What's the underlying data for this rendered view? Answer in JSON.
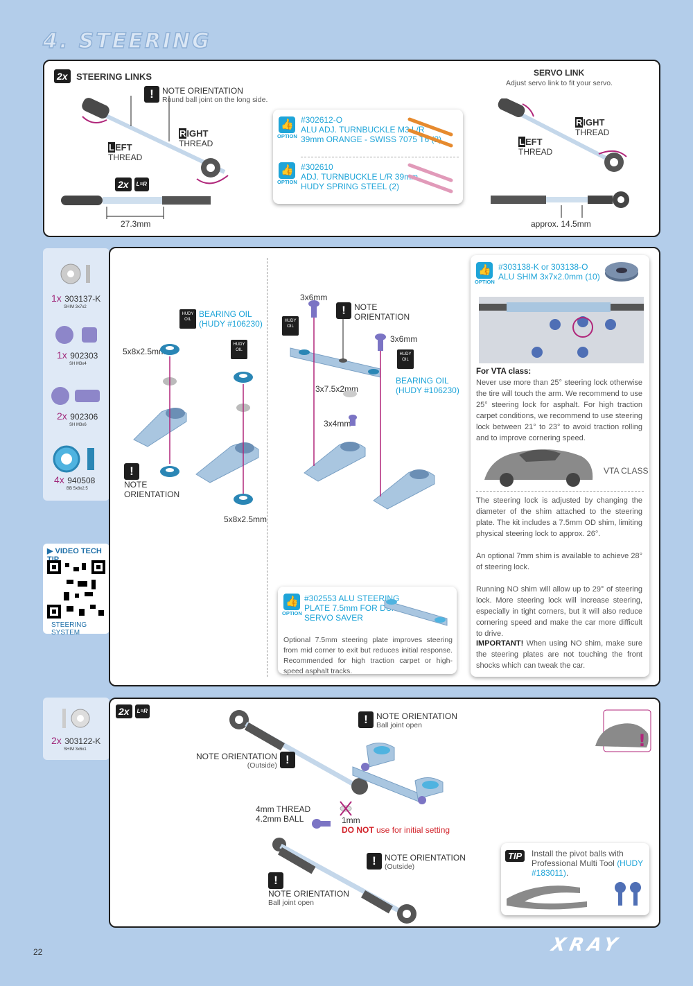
{
  "page_title": "4. STEERING",
  "page_number": "22",
  "brand": "XRAY",
  "panel1": {
    "steering_links": {
      "count": "2x",
      "title": "STEERING LINKS",
      "note_title": "NOTE ORIENTATION",
      "note_text": "Round ball joint on the long side.",
      "left_letter": "L",
      "left_rest": "EFT",
      "left_thread": "THREAD",
      "right_letter": "R",
      "right_rest": "IGHT",
      "right_thread": "THREAD",
      "badge": "2x",
      "lr_badge": "L=R",
      "length": "27.3mm"
    },
    "options": [
      {
        "code": "#302612-O",
        "line1": "ALU ADJ. TURNBUCKLE M3 L/R",
        "line2": "39mm ORANGE - SWISS 7075 T6 (2)",
        "label": "OPTION"
      },
      {
        "code": "#302610",
        "line1": "ADJ. TURNBUCKLE L/R 39mm",
        "line2": "HUDY SPRING STEEL (2)",
        "label": "OPTION"
      }
    ],
    "servo_link": {
      "title": "SERVO LINK",
      "subtitle": "Adjust servo link to fit your servo.",
      "right_letter": "R",
      "right_rest": "IGHT",
      "right_thread": "THREAD",
      "left_letter": "L",
      "left_rest": "EFT",
      "left_thread": "THREAD",
      "length": "approx. 14.5mm"
    }
  },
  "sidebar1": {
    "parts": [
      {
        "qty": "1x",
        "code": "303137-K",
        "desc": "SHIM 3x7x2"
      },
      {
        "qty": "1x",
        "code": "902303",
        "desc": "SH M3x4"
      },
      {
        "qty": "2x",
        "code": "902306",
        "desc": "SH M3x6"
      },
      {
        "qty": "4x",
        "code": "940508",
        "desc": "BB 5x8x2.5"
      }
    ]
  },
  "video": {
    "title": "VIDEO TECH TIP",
    "caption": "STEERING SYSTEM"
  },
  "panel2": {
    "left": {
      "hudy_label": "HUDY",
      "oil_label": "OIL",
      "bearing_oil": "BEARING OIL",
      "hudy_code": "(HUDY #106230)",
      "bearing_size": "5x8x2.5mm",
      "note": "NOTE",
      "orientation": "ORIENTATION",
      "bearing_size2": "5x8x2.5mm"
    },
    "middle": {
      "screw1": "3x6mm",
      "note": "NOTE",
      "orientation": "ORIENTATION",
      "screw2": "3x6mm",
      "bearing_oil": "BEARING OIL",
      "hudy_code": "(HUDY #106230)",
      "shim": "3x7.5x2mm",
      "screw3": "3x4mm",
      "hudy_label": "HUDY",
      "oil_label": "OIL"
    },
    "option_plate": {
      "line1": "#302553 ALU STEERING",
      "line2": "PLATE 7.5mm FOR DUAL",
      "line3": "SERVO SAVER",
      "label": "OPTION",
      "text": "Optional 7.5mm steering plate improves steering from mid corner to exit but reduces initial response. Recommended for high traction carpet or high-speed asphalt tracks."
    },
    "right": {
      "opt_code": "#303138-K or 303138-O",
      "opt_name": "ALU SHIM 3x7x2.0mm (10)",
      "label": "OPTION",
      "vta_title": "For VTA class:",
      "vta_text": "Never use more than 25° steering lock otherwise the tire will touch the arm. We recommend to use 25° steering lock for asphalt. For high traction carpet conditions, we recommend to use steering lock between 21° to 23° to avoid traction rolling and to improve cornering speed.",
      "vta_class": "VTA CLASS",
      "p1": "The steering lock is adjusted by changing the diameter of the shim attached to the steering plate. The kit includes a 7.5mm OD shim, limiting physical steering lock to approx. 26°.",
      "p2": "An optional 7mm shim is available to achieve 28° of steering lock.",
      "p3": "Running NO shim will allow up to 29° of steering lock. More steering lock will increase steering, especially in tight corners, but it will also reduce cornering speed and make the car more difficult to drive.",
      "p4_bold": "IMPORTANT!",
      "p4": " When using NO shim, make sure the steering plates are not touching the front shocks which can tweak the car."
    }
  },
  "sidebar2": {
    "parts": [
      {
        "qty": "2x",
        "code": "303122-K",
        "desc": "SHIM 3x6x1"
      }
    ]
  },
  "panel3": {
    "badge": "2x",
    "lr_badge": "L=R",
    "note1_title": "NOTE ORIENTATION",
    "note1_text": "Ball joint open",
    "note2_title": "NOTE ORIENTATION",
    "note2_text": "(Outside)",
    "thread": "4mm THREAD",
    "ball": "4.2mm BALL",
    "shim": "1mm",
    "do_not": "DO NOT",
    "do_not_rest": " use for initial setting",
    "note3_title": "NOTE ORIENTATION",
    "note3_text": "(Outside)",
    "note4_title": "NOTE ORIENTATION",
    "note4_text": "Ball joint open",
    "tip_label": "TIP",
    "tip_text": "Install the pivot balls with Professional Multi Tool",
    "tip_code": "(HUDY #183011)",
    "tip_end": "."
  }
}
